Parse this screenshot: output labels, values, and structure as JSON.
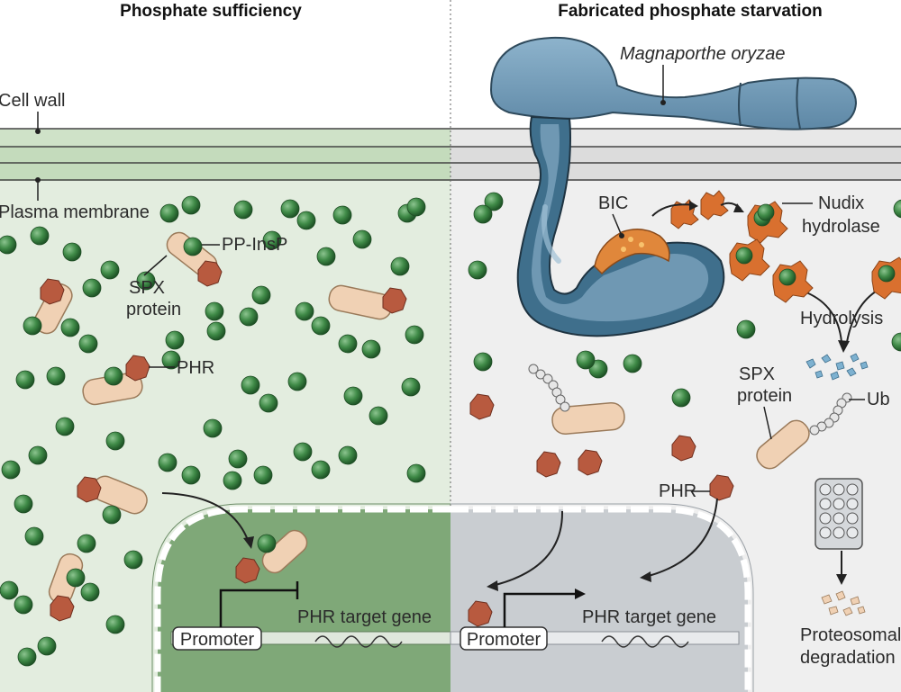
{
  "headers": {
    "left": "Phosphate sufficiency",
    "right": "Fabricated phosphate starvation"
  },
  "labels": {
    "cell_wall": "Cell wall",
    "plasma_membrane": "Plasma membrane",
    "pp_insp": "PP-InsP",
    "spx_line1": "SPX",
    "spx_line2": "protein",
    "phr_left": "PHR",
    "promoter_left": "Promoter",
    "target_gene_left": "PHR target gene",
    "fungus": "Magnaporthe oryzae",
    "bic": "BIC",
    "nudix_line1": "Nudix",
    "nudix_line2": "hydrolase",
    "hydrolysis": "Hydrolysis",
    "spx_right_line1": "SPX",
    "spx_right_line2": "protein",
    "ub": "Ub",
    "phr_right": "PHR",
    "promoter_right": "Promoter",
    "target_gene_right": "PHR target gene",
    "proteasomal_line1": "Proteosomal",
    "proteasomal_line2": "degradation"
  },
  "colors": {
    "left_cytoplasm": "#e3eddf",
    "right_cytoplasm": "#eeeeee",
    "left_nucleus": "#7fa878",
    "right_nucleus": "#c9cdd1",
    "pp_insp_ball": "#3f8a47",
    "phr_protein": "#b85a3f",
    "spx_protein": "#f0d1b4",
    "fungus": "#6f98b3",
    "nudix": "#d9702f"
  },
  "icons": {
    "pp_insp": "green-sphere",
    "phr": "red-globular-protein",
    "spx": "beige-elongated-protein",
    "ubiquitin": "bead-chain",
    "proteasome": "barrel-stack"
  }
}
